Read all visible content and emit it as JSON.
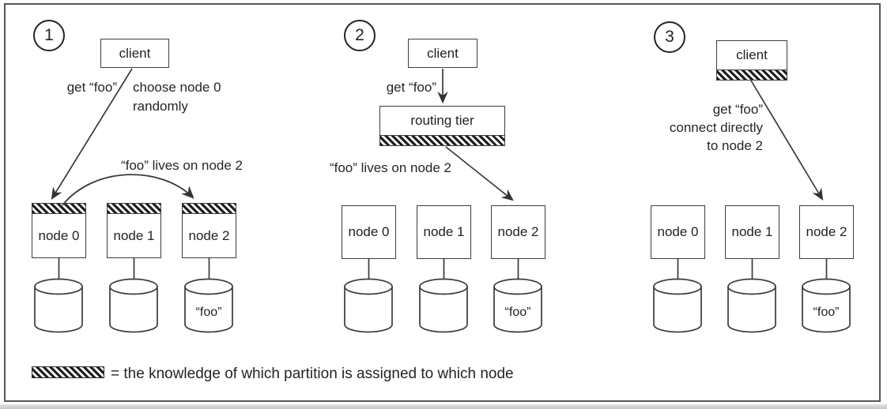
{
  "legend": {
    "text": "= the knowledge of which partition is assigned to which node"
  },
  "panels": [
    {
      "badge": "1",
      "client_label": "client",
      "request_label": "get “foo”",
      "note_lines": [
        "choose node 0",
        "randomly"
      ],
      "lives_label": "“foo” lives on node 2",
      "nodes": [
        "node 0",
        "node 1",
        "node 2"
      ],
      "db_value": "“foo”"
    },
    {
      "badge": "2",
      "client_label": "client",
      "request_label": "get “foo”",
      "router_label": "routing tier",
      "lives_label": "“foo” lives on node 2",
      "nodes": [
        "node 0",
        "node 1",
        "node 2"
      ],
      "db_value": "“foo”"
    },
    {
      "badge": "3",
      "client_label": "client",
      "note_lines": [
        "get “foo”",
        "connect directly",
        "to node 2"
      ],
      "nodes": [
        "node 0",
        "node 1",
        "node 2"
      ],
      "db_value": "“foo”"
    }
  ]
}
